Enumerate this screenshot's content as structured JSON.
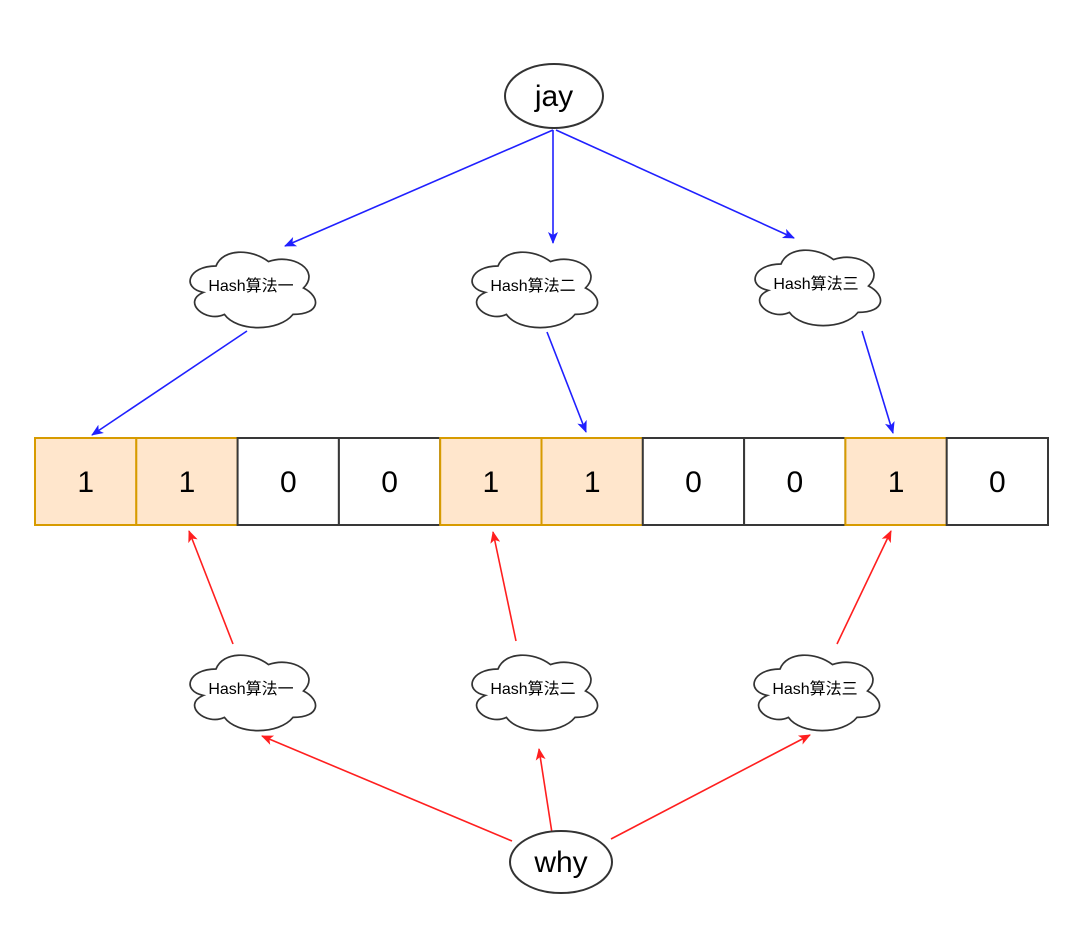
{
  "colors": {
    "arrow_blue": "#2020ff",
    "arrow_red": "#ff1f1f",
    "shape_stroke": "#333333",
    "cell_stroke": "#383838",
    "cell_fill": "#ffffff",
    "cell_highlight_fill": "#ffe6cc",
    "cell_highlight_stroke": "#d79b00",
    "text_color": "#000000",
    "background": "#ffffff"
  },
  "top_flow": {
    "node_label": "jay",
    "clouds": [
      {
        "label": "Hash算法一"
      },
      {
        "label": "Hash算法二"
      },
      {
        "label": "Hash算法三"
      }
    ]
  },
  "bottom_flow": {
    "node_label": "why",
    "clouds": [
      {
        "label": "Hash算法一"
      },
      {
        "label": "Hash算法二"
      },
      {
        "label": "Hash算法三"
      }
    ]
  },
  "bit_array": {
    "bits": [
      "1",
      "1",
      "0",
      "0",
      "1",
      "1",
      "0",
      "0",
      "1",
      "0"
    ],
    "highlighted_indices": [
      0,
      1,
      4,
      5,
      8
    ]
  }
}
